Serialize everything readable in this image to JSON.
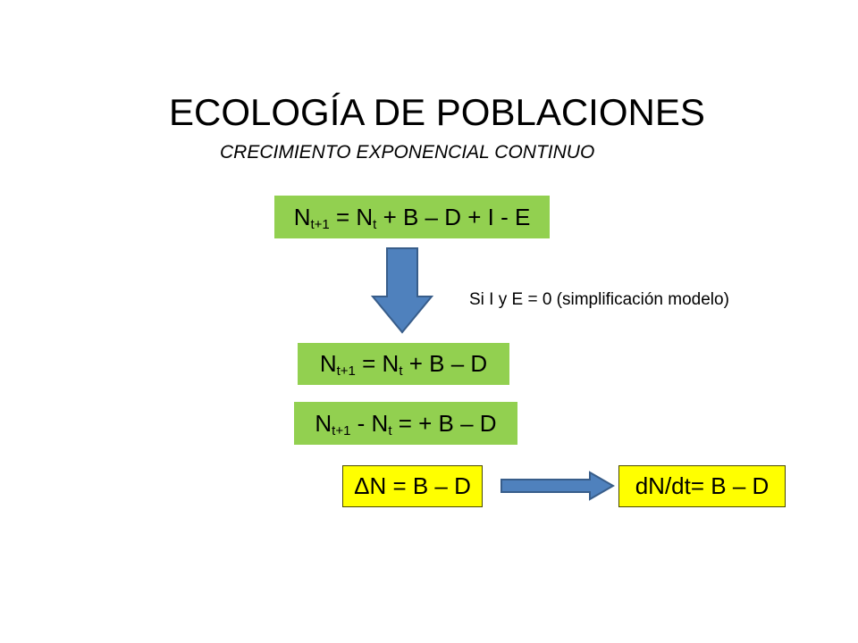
{
  "slide": {
    "title": "ECOLOGÍA DE POBLACIONES",
    "subtitle": "CRECIMIENTO EXPONENCIAL CONTINUO",
    "note": "Si I y E = 0 (simplificación modelo)",
    "colors": {
      "green_box": "#92d050",
      "yellow_box": "#ffff00",
      "arrow": "#4f81bd",
      "arrow_border": "#385d8a"
    },
    "eq1": {
      "n1": "N",
      "s1": "t+1",
      "m1": " = N",
      "s2": "t",
      "rest": " + B – D + I - E"
    },
    "eq2": {
      "n1": "N",
      "s1": "t+1",
      "m1": " = N",
      "s2": "t",
      "rest": " + B – D"
    },
    "eq3": {
      "n1": "N",
      "s1": "t+1",
      "m1": " - N",
      "s2": "t",
      "rest": " = + B – D"
    },
    "eq4": "ΔN = B – D",
    "eq5": "dN/dt= B – D"
  }
}
